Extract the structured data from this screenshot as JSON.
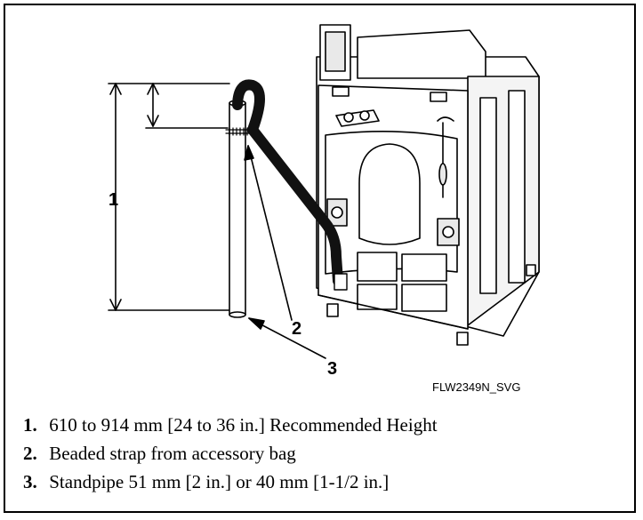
{
  "callouts": {
    "c1": "1",
    "c2": "2",
    "c3": "3"
  },
  "figure_id": "FLW2349N_SVG",
  "legend": [
    {
      "num": "1.",
      "text": "610 to 914 mm [24 to 36 in.] Recommended Height"
    },
    {
      "num": "2.",
      "text": "Beaded strap from accessory bag"
    },
    {
      "num": "3.",
      "text": "Standpipe 51 mm [2 in.] or 40 mm [1-1/2 in.]"
    }
  ],
  "colors": {
    "line": "#000000",
    "hose": "#111111",
    "machine_fill": "#ffffff",
    "panel_shade": "#e9e9e9"
  }
}
